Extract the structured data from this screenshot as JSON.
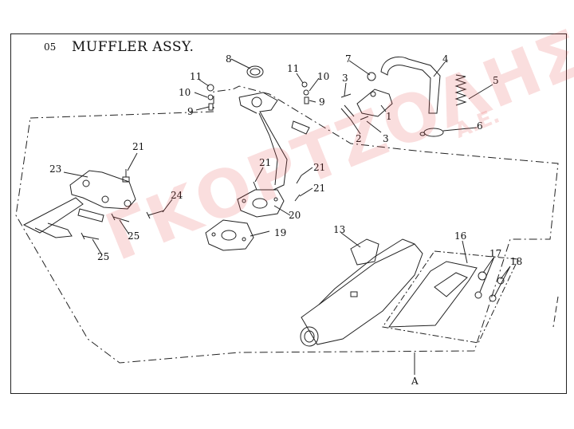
{
  "header": {
    "section_number": "05",
    "title": "MUFFLER ASSY."
  },
  "watermark": {
    "text": "ΓΚΟΡΤΖΟΛΗΣ",
    "suffix": "Α.Ε."
  },
  "callouts": {
    "c1": "1",
    "c2": "2",
    "c3a": "3",
    "c3b": "3",
    "c4": "4",
    "c5": "5",
    "c6": "6",
    "c7": "7",
    "c8": "8",
    "c9a": "9",
    "c9b": "9",
    "c10a": "10",
    "c10b": "10",
    "c11a": "11",
    "c11b": "11",
    "c13": "13",
    "c16": "16",
    "c17": "17",
    "c18": "18",
    "c19": "19",
    "c20": "20",
    "c21a": "21",
    "c21b": "21",
    "c21c": "21",
    "c21d": "21",
    "c23": "23",
    "c24": "24",
    "c25a": "25",
    "c25b": "25",
    "cA": "A"
  },
  "colors": {
    "line": "#222222",
    "watermark": "#e64646"
  }
}
